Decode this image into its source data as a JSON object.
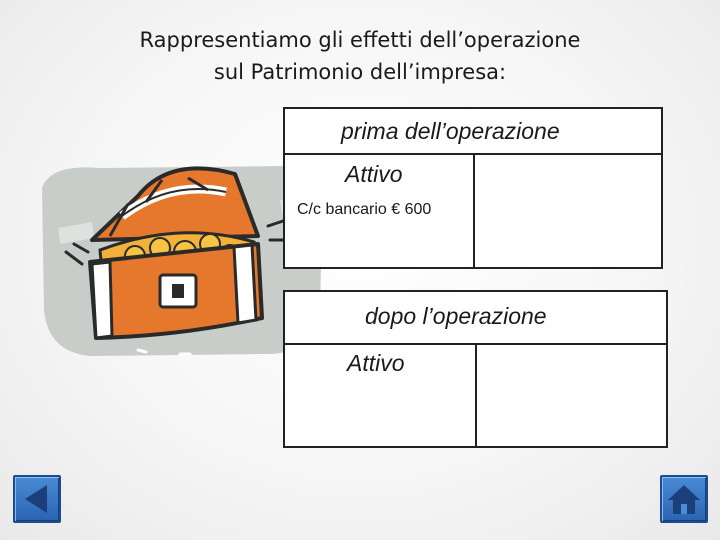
{
  "title": {
    "line1": "Rappresentiamo gli effetti dell’operazione",
    "line2": "sul Patrimonio dell’impresa:"
  },
  "before": {
    "header": "prima dell’operazione",
    "left_label": "Attivo",
    "item": "C/c bancario € 600"
  },
  "after": {
    "header": "dopo l’operazione",
    "left_label": "Attivo"
  },
  "icons": {
    "illustration": "treasure-chest-icon",
    "back": "back-triangle-icon",
    "home": "home-icon"
  },
  "colors": {
    "chest_orange": "#e5782c",
    "nav_blue": "#2f6fc0",
    "nav_dark": "#1b3f7a"
  }
}
